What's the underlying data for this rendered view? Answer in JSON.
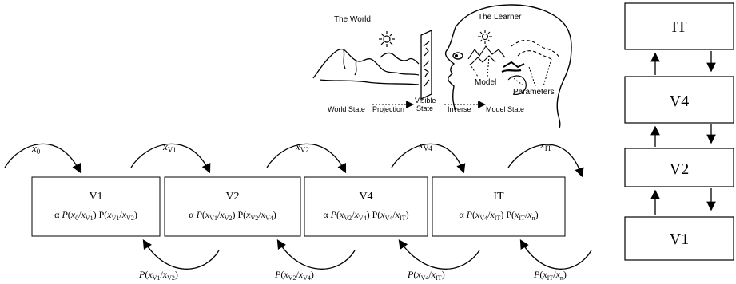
{
  "illustration": {
    "world_label": "The World",
    "learner_label": "The Learner",
    "model_label": "Model",
    "parameters_label": "Parameters",
    "world_state": "World State",
    "projection": "Projection",
    "visible_state_line1": "Visible",
    "visible_state_line2": "State",
    "inverse": "Inverse",
    "model_state": "Model State"
  },
  "chain": {
    "boxes": [
      {
        "name": "V1",
        "alpha": "α",
        "p": "P",
        "a": "x",
        "a_sub": "0",
        "b": "x",
        "b_sub": "V1",
        "p2": "P",
        "c": "x",
        "c_sub": "V1",
        "d": "x",
        "d_sub": "V2"
      },
      {
        "name": "V2",
        "alpha": "α",
        "p": "P",
        "a": "x",
        "a_sub": "V1",
        "b": "x",
        "b_sub": "V2",
        "p2": "P",
        "c": "x",
        "c_sub": "V2",
        "d": "x",
        "d_sub": "V4"
      },
      {
        "name": "V4",
        "alpha": "α",
        "p": "P",
        "a": "x",
        "a_sub": "V2",
        "b": "x",
        "b_sub": "V4",
        "p2": "P",
        "c": "x",
        "c_sub": "V4",
        "d": "x",
        "d_sub": "IT"
      },
      {
        "name": "IT",
        "alpha": "α",
        "p": "P",
        "a": "x",
        "a_sub": "V4",
        "b": "x",
        "b_sub": "IT",
        "p2": "P",
        "c": "x",
        "c_sub": "IT",
        "d": "x",
        "d_sub": "n"
      }
    ],
    "top_labels": [
      {
        "x": "x",
        "sub": "0"
      },
      {
        "x": "x",
        "sub": "V1"
      },
      {
        "x": "x",
        "sub": "V2"
      },
      {
        "x": "x",
        "sub": "V4"
      },
      {
        "x": "x",
        "sub": "IT"
      }
    ],
    "bottom_labels": [
      {
        "p": "P",
        "a": "x",
        "a_sub": "V1",
        "b": "x",
        "b_sub": "V2"
      },
      {
        "p": "P",
        "a": "x",
        "a_sub": "V2",
        "b": "x",
        "b_sub": "V4"
      },
      {
        "p": "P",
        "a": "x",
        "a_sub": "V4",
        "b": "x",
        "b_sub": "IT"
      },
      {
        "p": "P",
        "a": "x",
        "a_sub": "IT",
        "b": "x",
        "b_sub": "n"
      }
    ]
  },
  "hierarchy": {
    "levels": [
      "IT",
      "V4",
      "V2",
      "V1"
    ]
  }
}
